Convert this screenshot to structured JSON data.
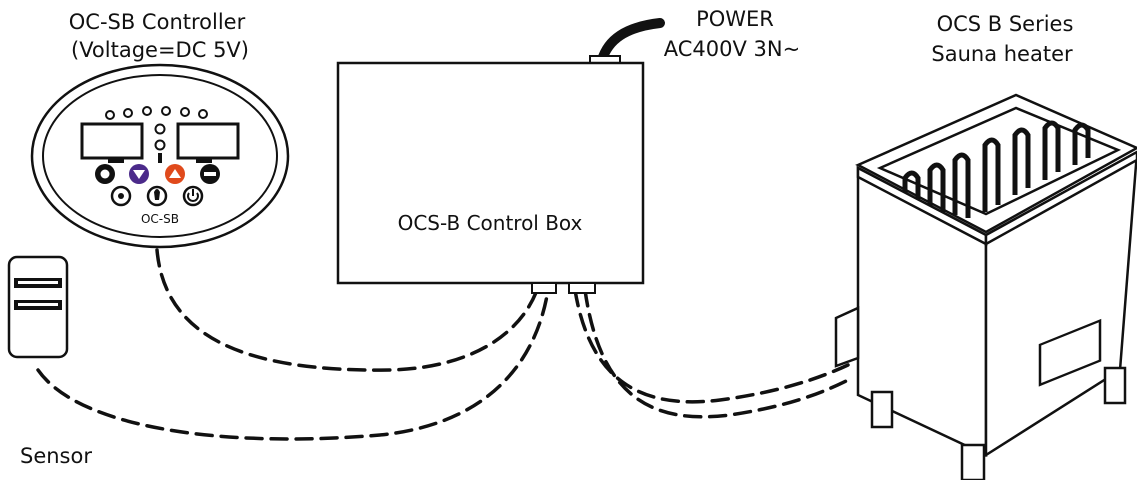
{
  "controller": {
    "title": "OC-SB Controller",
    "voltage": "(Voltage=DC 5V)",
    "model_label": "OC-SB",
    "buttons": [
      {
        "icon": "light-icon",
        "color": "#222222"
      },
      {
        "icon": "down-arrow-icon",
        "color": "#4b2a8a"
      },
      {
        "icon": "up-arrow-icon",
        "color": "#e04a1c"
      },
      {
        "icon": "minus-icon",
        "color": "#222222"
      }
    ]
  },
  "control_box": {
    "label": "OCS-B Control Box"
  },
  "power": {
    "title": "POWER",
    "spec": "AC400V 3N~"
  },
  "heater": {
    "title": "OCS B Series",
    "subtitle": "Sauna heater"
  },
  "sensor": {
    "label": "Sensor"
  }
}
